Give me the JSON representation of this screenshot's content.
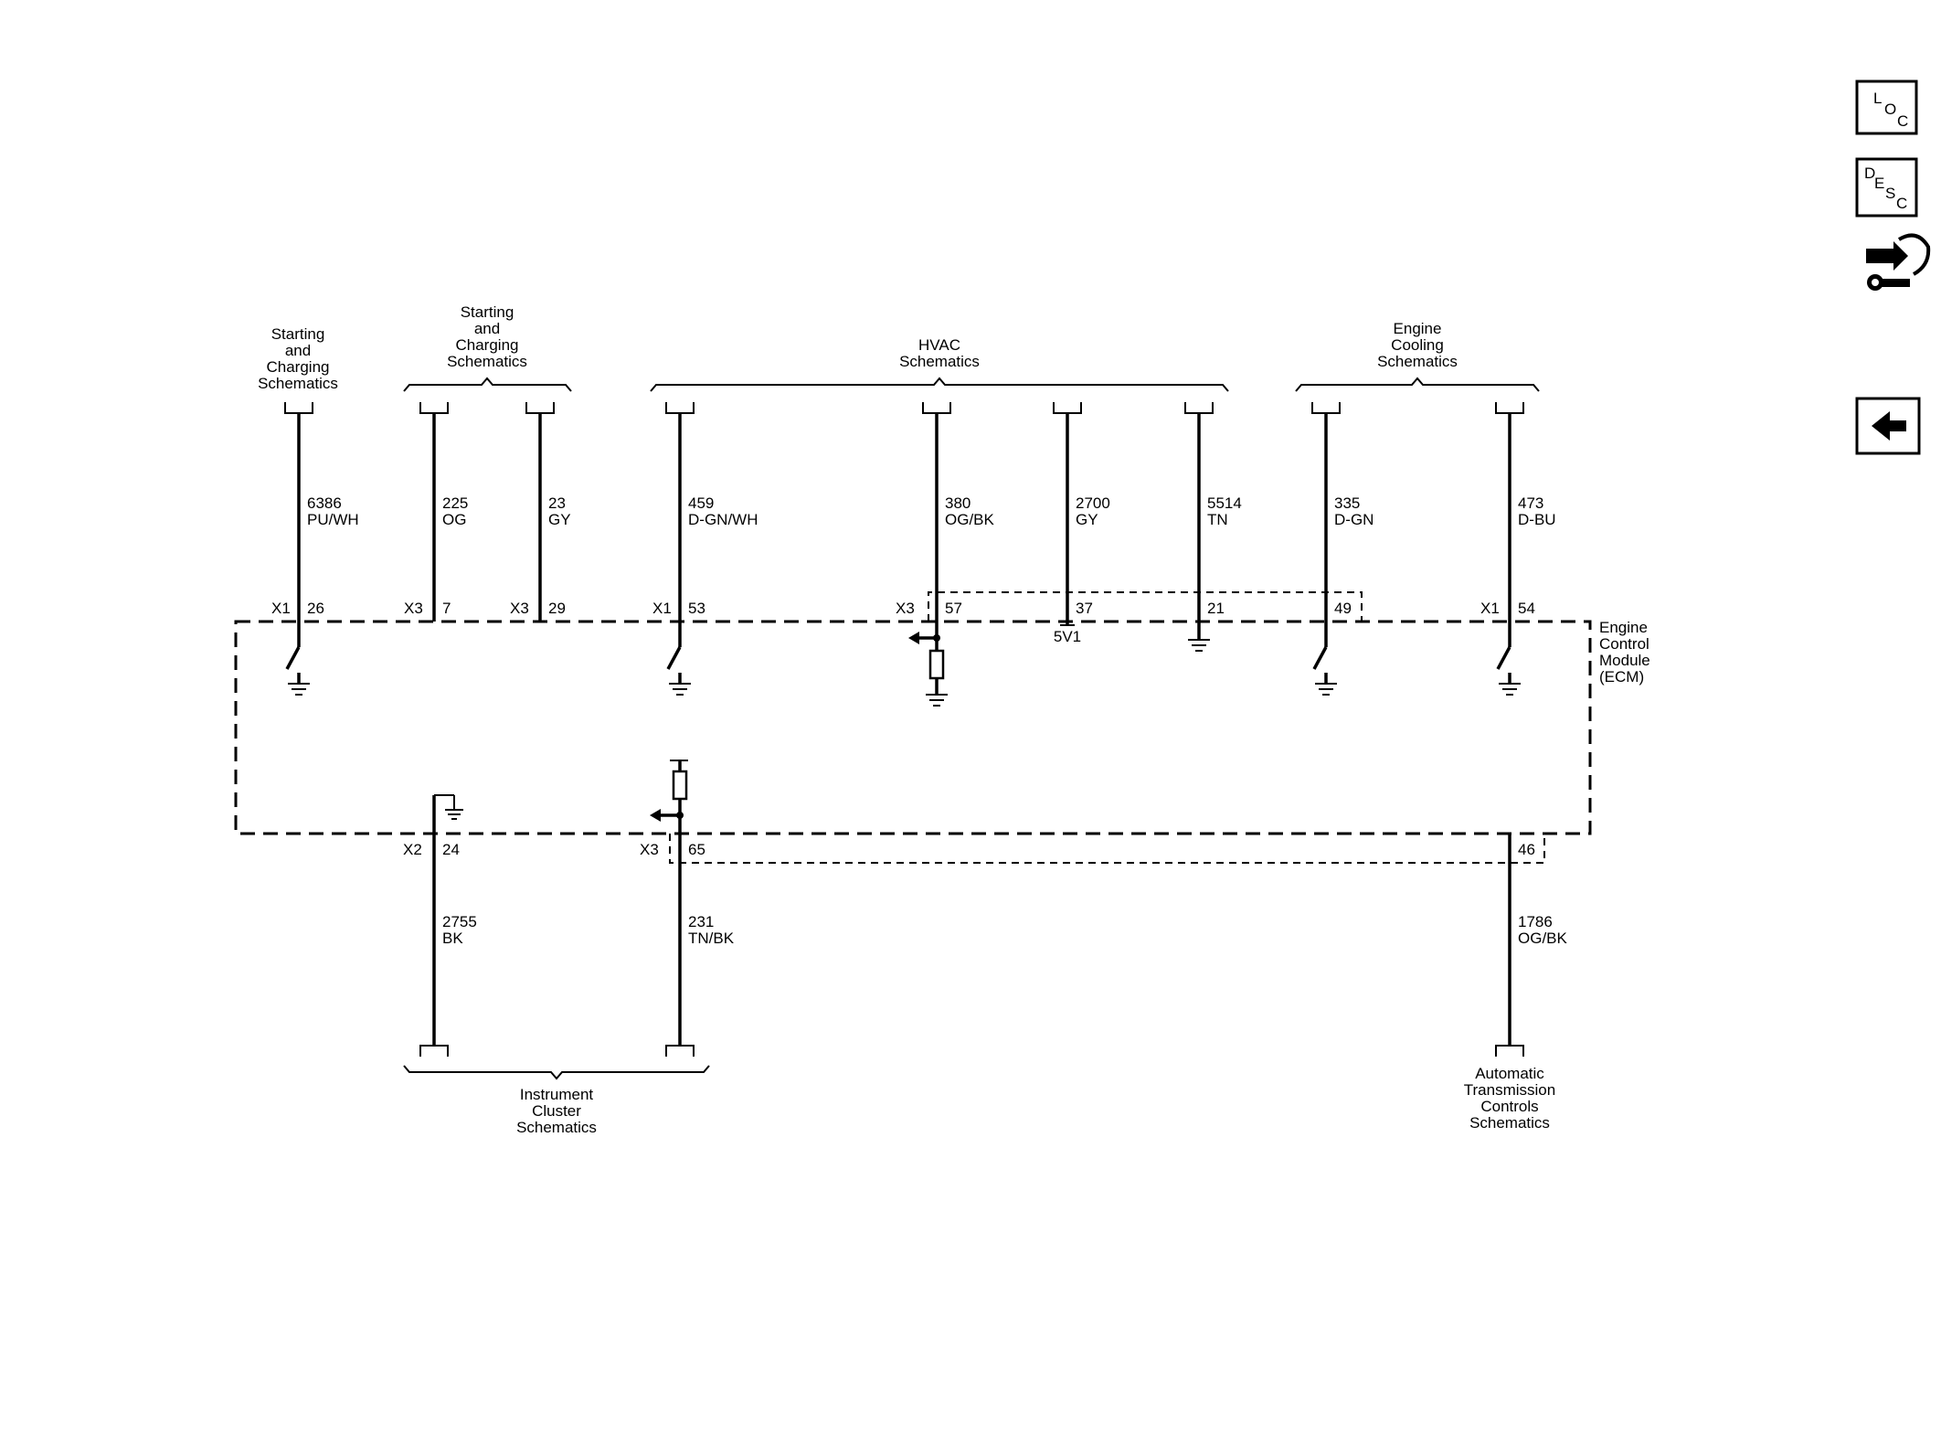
{
  "nav": {
    "loc_letters": [
      "L",
      "O",
      "C"
    ],
    "desc_letters": [
      "D",
      "E",
      "S",
      "C"
    ]
  },
  "groups": {
    "starting_left": [
      "Starting",
      "and",
      "Charging",
      "Schematics"
    ],
    "starting_mid": [
      "Starting",
      "and",
      "Charging",
      "Schematics"
    ],
    "hvac": [
      "HVAC",
      "Schematics"
    ],
    "cooling": [
      "Engine",
      "Cooling",
      "Schematics"
    ],
    "instrument": [
      "Instrument",
      "Cluster",
      "Schematics"
    ],
    "transmission": [
      "Automatic",
      "Transmission",
      "Controls",
      "Schematics"
    ]
  },
  "module": {
    "name": [
      "Engine",
      "Control",
      "Module",
      "(ECM)"
    ]
  },
  "wires_top": [
    {
      "circuit": "6386",
      "color": "PU/WH",
      "connector": "X1",
      "pin": "26"
    },
    {
      "circuit": "225",
      "color": "OG",
      "connector": "X3",
      "pin": "7"
    },
    {
      "circuit": "23",
      "color": "GY",
      "connector": "X3",
      "pin": "29"
    },
    {
      "circuit": "459",
      "color": "D-GN/WH",
      "connector": "X1",
      "pin": "53"
    },
    {
      "circuit": "380",
      "color": "OG/BK",
      "connector": "X3",
      "pin": "57"
    },
    {
      "circuit": "2700",
      "color": "GY",
      "connector": "",
      "pin": "37"
    },
    {
      "circuit": "5514",
      "color": "TN",
      "connector": "",
      "pin": "21"
    },
    {
      "circuit": "335",
      "color": "D-GN",
      "connector": "",
      "pin": "49"
    },
    {
      "circuit": "473",
      "color": "D-BU",
      "connector": "X1",
      "pin": "54"
    }
  ],
  "wires_bottom": [
    {
      "circuit": "2755",
      "color": "BK",
      "connector": "X2",
      "pin": "24"
    },
    {
      "circuit": "231",
      "color": "TN/BK",
      "connector": "X3",
      "pin": "65"
    },
    {
      "circuit": "1786",
      "color": "OG/BK",
      "connector": "",
      "pin": "46"
    }
  ],
  "ref_voltage": "5V1"
}
